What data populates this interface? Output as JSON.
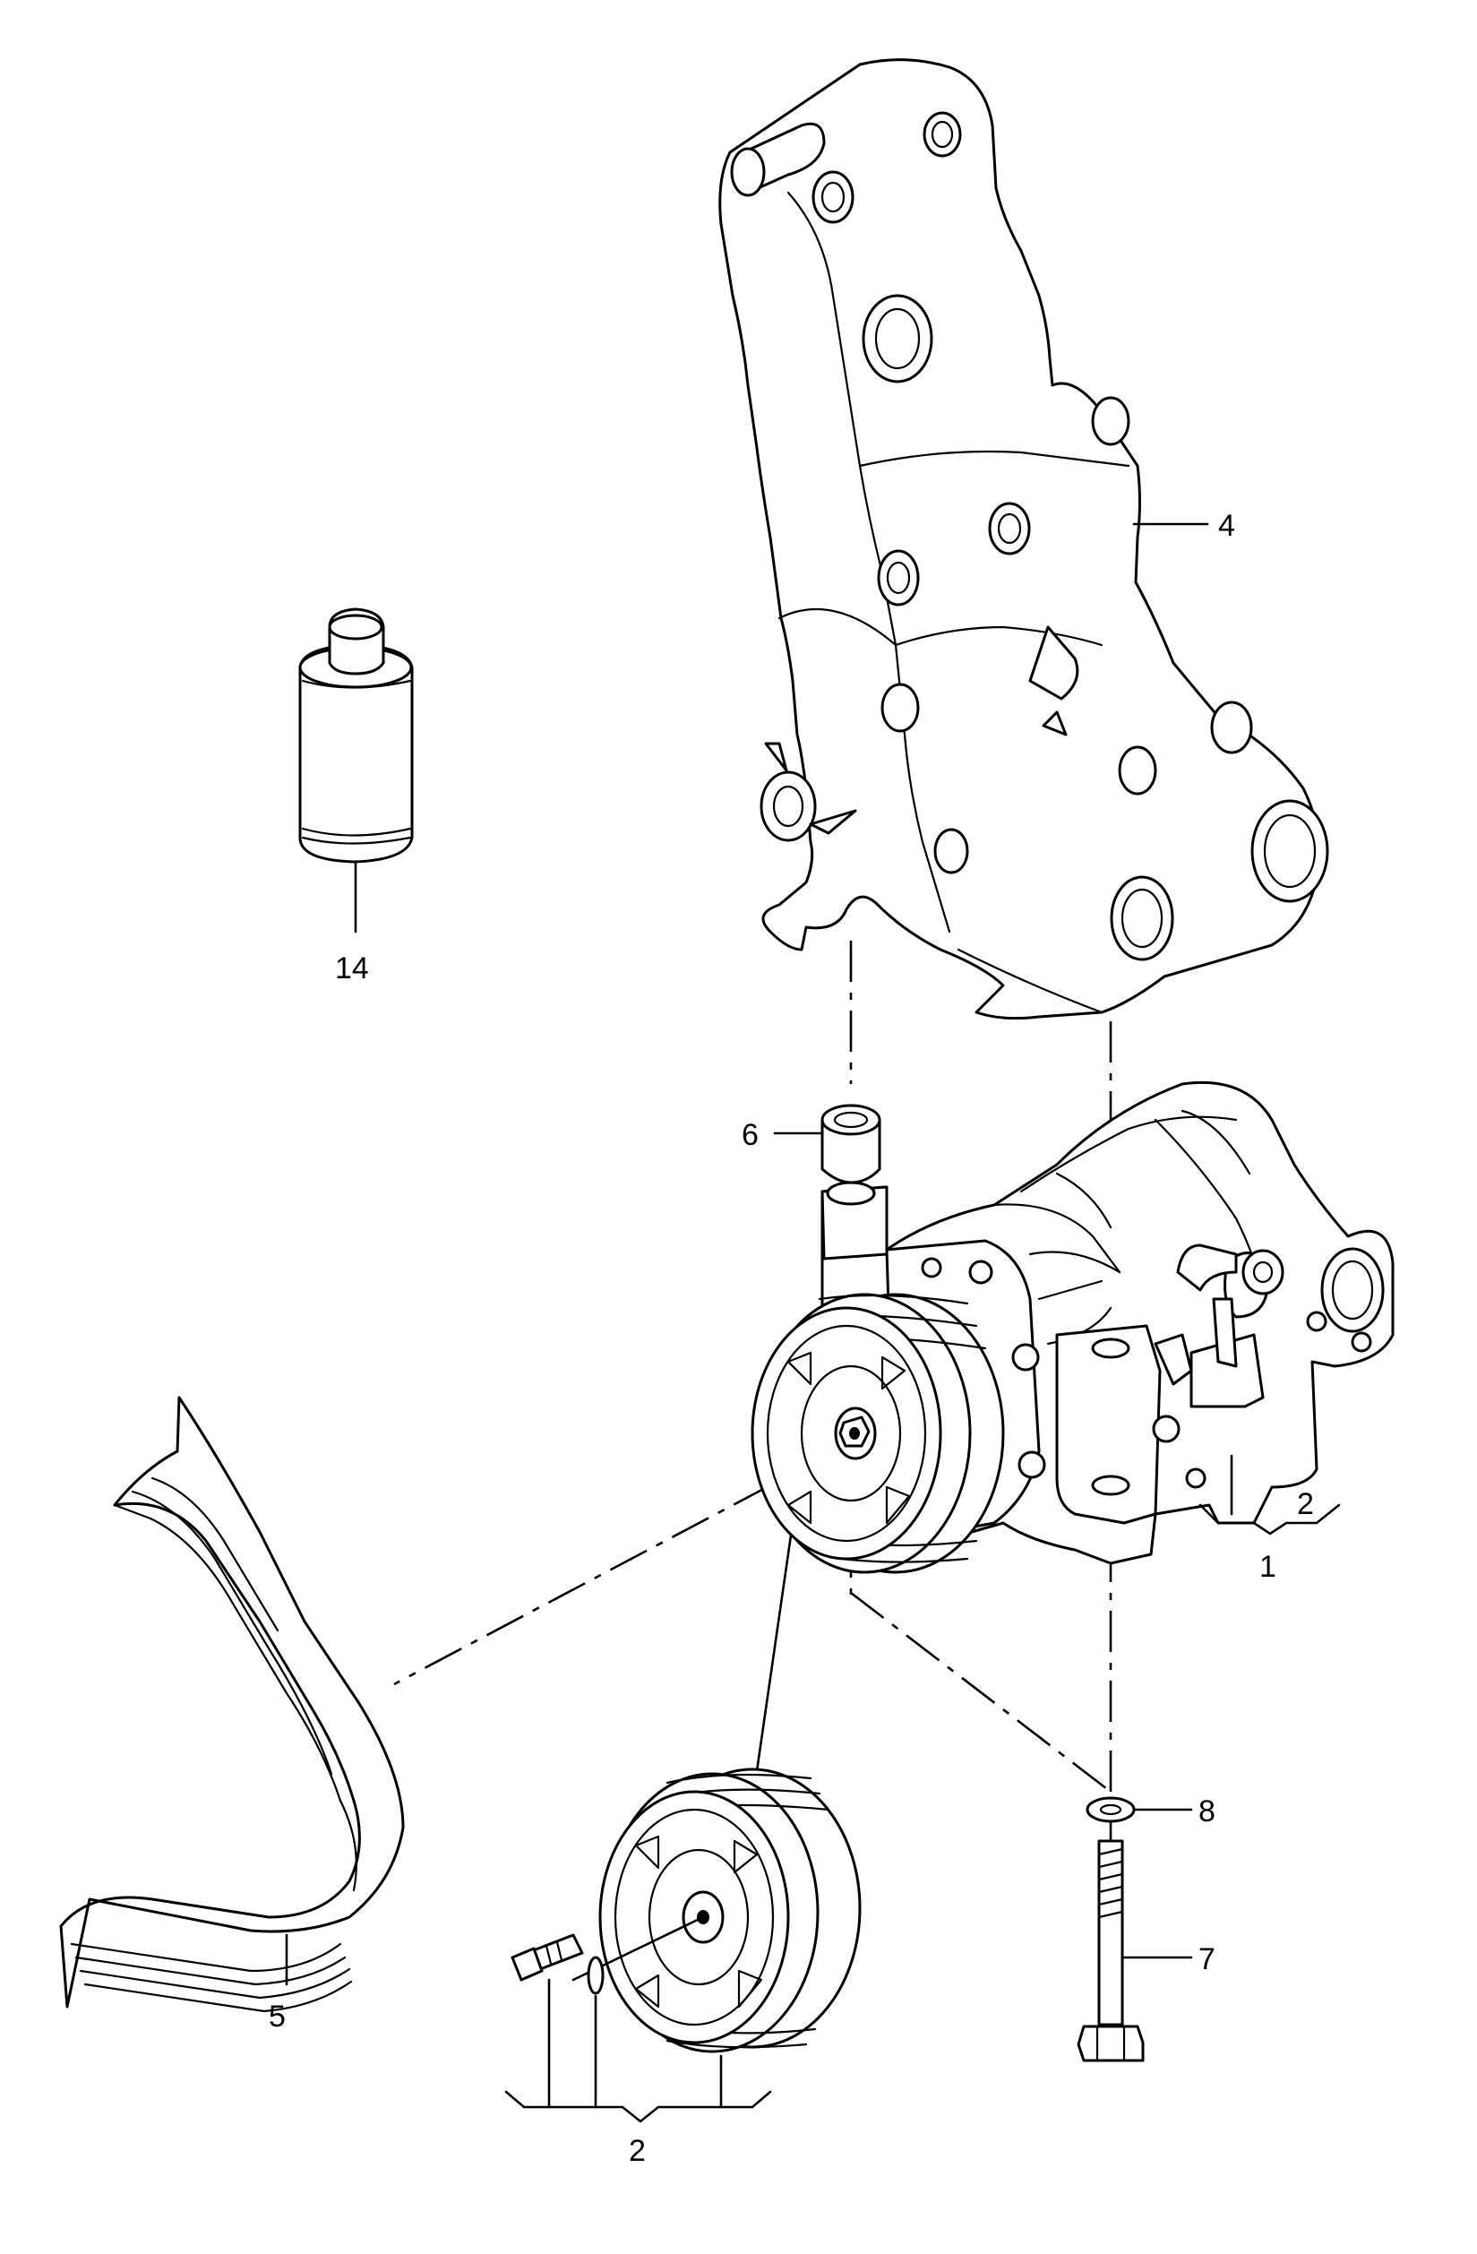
{
  "callouts": {
    "c1": "1",
    "c2_compressor": "2",
    "c2_pulley": "2",
    "c4": "4",
    "c5": "5",
    "c6": "6",
    "c7": "7",
    "c8": "8",
    "c14": "14"
  },
  "colors": {
    "line": "#000000",
    "background": "#ffffff"
  }
}
